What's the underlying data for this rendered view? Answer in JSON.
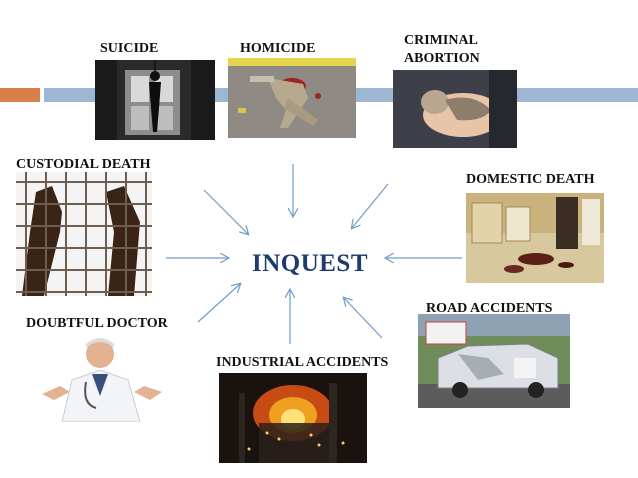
{
  "center_label": "INQUEST",
  "categories": {
    "suicide": "SUICIDE",
    "homicide": "HOMICIDE",
    "criminal_abortion_1": "CRIMINAL",
    "criminal_abortion_2": "ABORTION",
    "custodial_death": "CUSTODIAL DEATH",
    "domestic_death": "DOMESTIC DEATH",
    "doubtful_doctor": "DOUBTFUL DOCTOR",
    "industrial_accidents": "INDUSTRIAL ACCIDENTS",
    "road_accidents": "ROAD ACCIDENTS"
  },
  "colors": {
    "accent_orange": "#d9804a",
    "accent_blue": "#9db7d2",
    "center_text": "#1f3a6e",
    "arrow": "#6f9cc8"
  }
}
